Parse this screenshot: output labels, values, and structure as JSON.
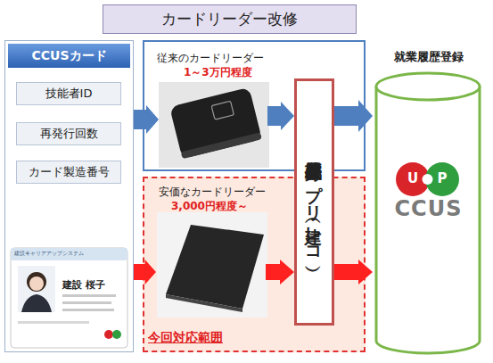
{
  "diagram": {
    "title": "カードリーダー改修",
    "nodes": [
      {
        "text": [
          "CCUSカード"
        ]
      },
      {
        "text": [
          "技能者ID"
        ],
        "in": 0
      },
      {
        "text": [
          "再発行回数"
        ],
        "in": 0
      },
      {
        "text": [
          "カード製造番号"
        ],
        "in": 0
      },
      {
        "text": [
          "従来のカードリーダー",
          "1～3万円程度"
        ]
      },
      {
        "text": [
          "安価なカードリーダー",
          "3,000円程度～",
          "今回対応範囲"
        ]
      },
      {
        "text": [
          "就業履歴登録アプリ（建レコ）"
        ]
      },
      {
        "text": [
          "就業履歴登録",
          "U",
          "P",
          "CCUS"
        ]
      }
    ],
    "edges": [
      {
        "from": 0,
        "to": 4,
        "arrow": "to"
      },
      {
        "from": 4,
        "to": 6,
        "arrow": "to"
      },
      {
        "from": 6,
        "to": 7,
        "arrow": "to"
      },
      {
        "from": 0,
        "to": 5,
        "arrow": "to"
      },
      {
        "from": 5,
        "to": 6,
        "arrow": "to"
      },
      {
        "from": 6,
        "to": 7,
        "arrow": "to"
      }
    ],
    "labels": [
      "建設キャリアアップシステム",
      "建設 桜子"
    ]
  }
}
